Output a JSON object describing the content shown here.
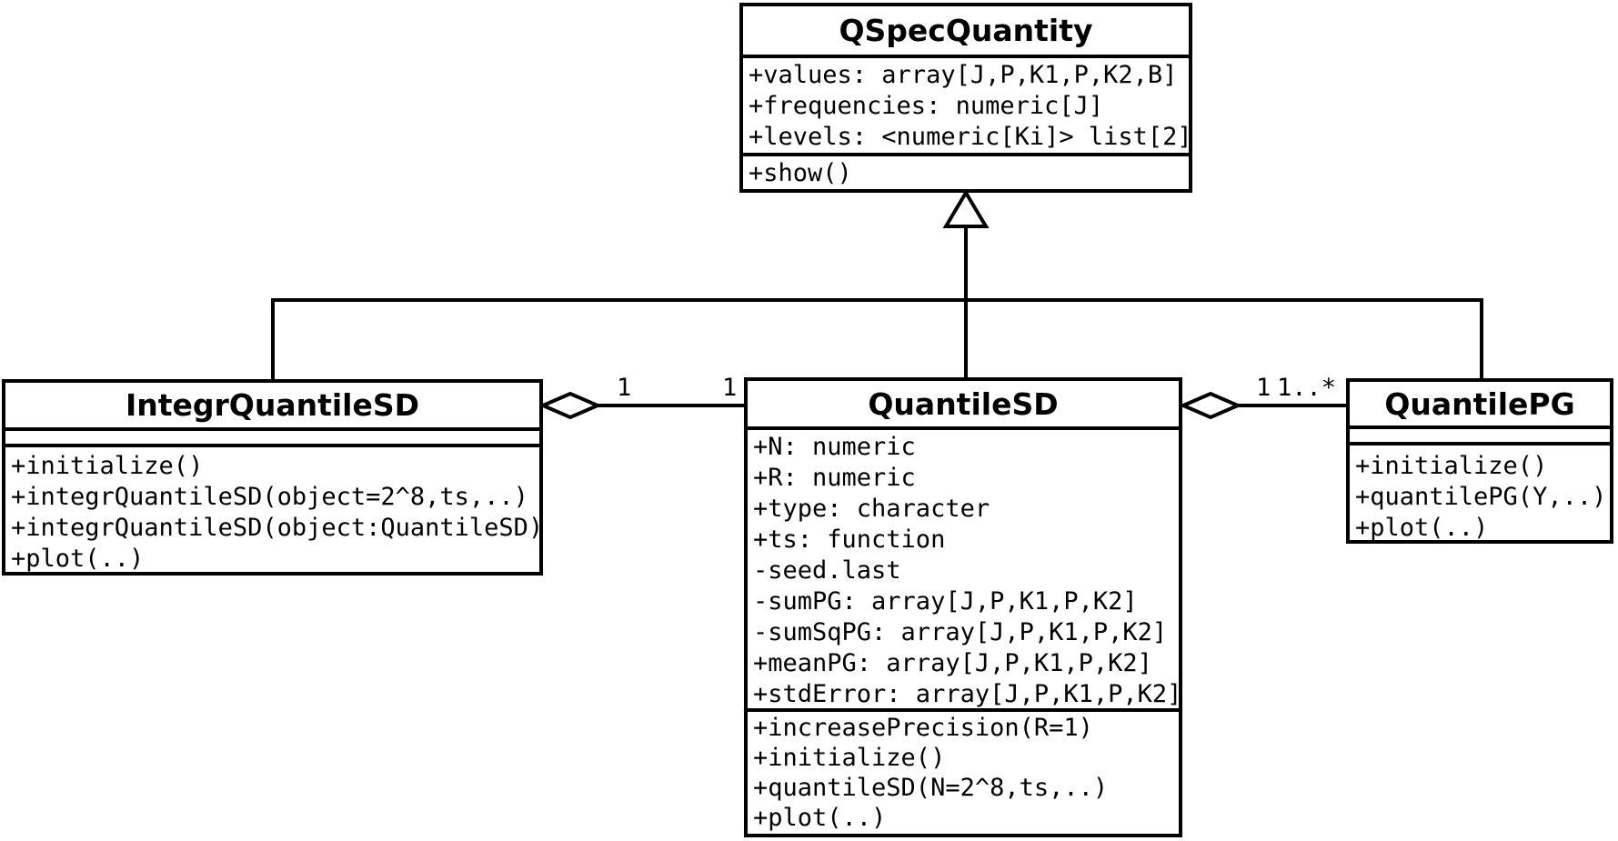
{
  "classes": {
    "qspecquantity": {
      "name": "QSpecQuantity",
      "attributes": [
        "+values: array[J,P,K1,P,K2,B]",
        "+frequencies: numeric[J]",
        "+levels: <numeric[Ki]> list[2]"
      ],
      "methods": [
        "+show()"
      ]
    },
    "integrquantilesd": {
      "name": "IntegrQuantileSD",
      "attributes": [],
      "methods": [
        "+initialize()",
        "+integrQuantileSD(object=2^8,ts,..)",
        "+integrQuantileSD(object:QuantileSD)",
        "+plot(..)"
      ]
    },
    "quantilesd": {
      "name": "QuantileSD",
      "attributes": [
        "+N: numeric",
        "+R: numeric",
        "+type: character",
        "+ts: function",
        "-seed.last",
        "-sumPG: array[J,P,K1,P,K2]",
        "-sumSqPG: array[J,P,K1,P,K2]",
        "+meanPG: array[J,P,K1,P,K2]",
        "+stdError: array[J,P,K1,P,K2]"
      ],
      "methods": [
        "+increasePrecision(R=1)",
        "+initialize()",
        "+quantileSD(N=2^8,ts,..)",
        "+plot(..)"
      ]
    },
    "quantilepg": {
      "name": "QuantilePG",
      "attributes": [],
      "methods": [
        "+initialize()",
        "+quantilePG(Y,..)",
        "+plot(..)"
      ]
    }
  },
  "relations": {
    "generalization": {
      "type": "generalization",
      "parent": "QSpecQuantity",
      "children": [
        "IntegrQuantileSD",
        "QuantileSD",
        "QuantilePG"
      ]
    },
    "agg_integr_quantilesd": {
      "type": "aggregation",
      "aggregate": "IntegrQuantileSD",
      "part": "QuantileSD",
      "mult_aggregate": "1",
      "mult_part": "1"
    },
    "agg_quantilesd_quantilepg": {
      "type": "aggregation",
      "aggregate": "QuantileSD",
      "part": "QuantilePG",
      "mult_aggregate": "1",
      "mult_part": "1..*"
    }
  },
  "colors": {
    "stroke": "#000000",
    "fill": "#ffffff",
    "text": "#000000"
  }
}
